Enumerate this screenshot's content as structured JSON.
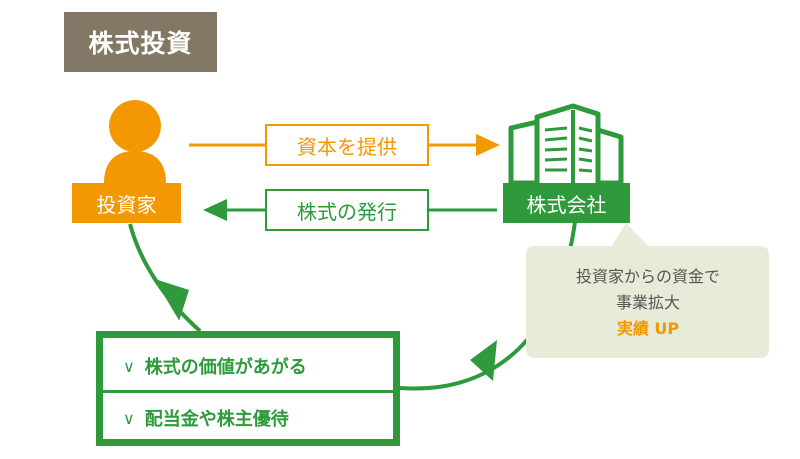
{
  "title": "株式投資",
  "investor": {
    "label": "投資家"
  },
  "company": {
    "label": "株式会社"
  },
  "flows": {
    "capital": "資本を提供",
    "issue": "株式の発行"
  },
  "callout": {
    "line1": "投資家からの資金で",
    "line2": "事業拡大",
    "highlight": "実績 UP"
  },
  "benefits": {
    "mark": "∨",
    "items": [
      "株式の価値があがる",
      "配当金や株主優待"
    ]
  },
  "colors": {
    "orange": "#f39800",
    "green": "#2e9a3c",
    "title_bg": "#837765",
    "callout_bg": "#e6ecd8"
  }
}
